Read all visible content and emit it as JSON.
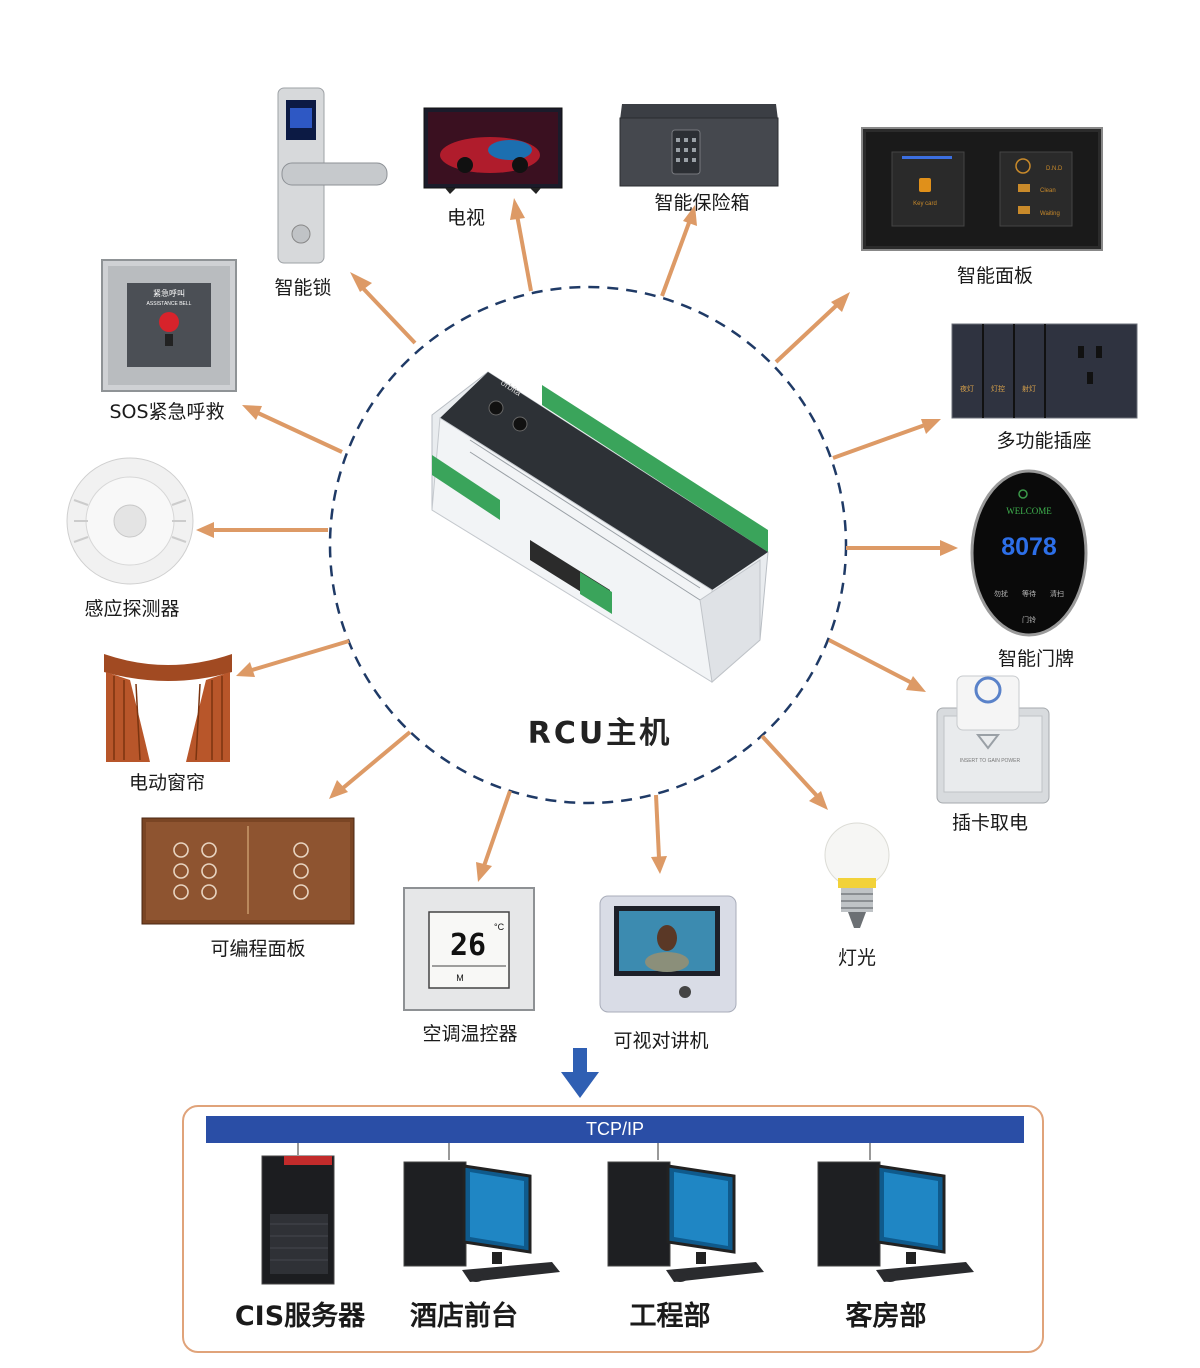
{
  "center": {
    "label": "RCU主机",
    "brand_text": "orbita"
  },
  "devices": {
    "lock": "智能锁",
    "tv": "电视",
    "safe": "智能保险箱",
    "panel": "智能面板",
    "socket": "多功能插座",
    "doorplate": "智能门牌",
    "card_switch": "插卡取电",
    "light": "灯光",
    "intercom": "可视对讲机",
    "thermostat": "空调温控器",
    "prog_panel": "可编程面板",
    "curtain": "电动窗帘",
    "sensor": "感应探测器",
    "sos": "SOS紧急呼救"
  },
  "device_texts": {
    "sos_sign_cn": "紧急呼叫",
    "sos_sign_en": "ASSISTANCE BELL",
    "panel_dnd": "D.N.D",
    "panel_clean": "Clean",
    "panel_waiting": "Waiting",
    "panel_keycard": "Key card",
    "socket_labels": [
      "夜灯",
      "灯控",
      "射灯"
    ],
    "doorplate_welcome": "WELCOME",
    "doorplate_number": "8078",
    "doorplate_status": [
      "勿扰",
      "等待",
      "清扫"
    ],
    "doorplate_bell": "门铃",
    "card_insert": "INSERT TO GAIN POWER",
    "thermostat_temp": "26",
    "thermostat_unit": "°C",
    "thermostat_mode": "M"
  },
  "network": {
    "bus_label": "TCP/IP",
    "nodes": [
      "CIS服务器",
      "酒店前台",
      "工程部",
      "客房部"
    ]
  },
  "colors": {
    "arrow": "#dd9a66",
    "circle": "#1f3a66",
    "bus": "#2a4ea6",
    "down_arrow": "#2f5fb3",
    "box_border": "#e0a37a"
  }
}
